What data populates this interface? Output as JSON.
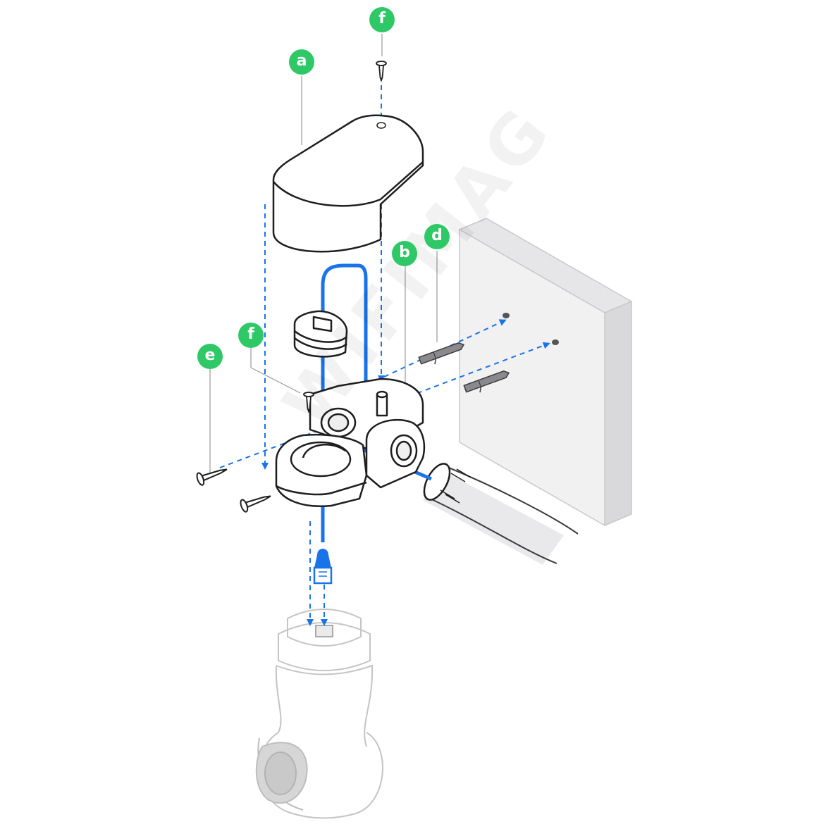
{
  "colors": {
    "callout_bg": "#2ec866",
    "cable": "#1a73e8",
    "outline": "#1e1e1e",
    "wall_face": "#f1f1f2",
    "wall_side": "#d9d9dc",
    "camera": "#c4c4c4",
    "leader": "#9a9a9a"
  },
  "callouts": [
    {
      "id": "a",
      "label": "a",
      "part": "cover"
    },
    {
      "id": "b",
      "label": "b",
      "part": "mount-base"
    },
    {
      "id": "d",
      "label": "d",
      "part": "wall-anchors"
    },
    {
      "id": "e",
      "label": "e",
      "part": "screws"
    },
    {
      "id": "f1",
      "label": "f",
      "part": "cover-screw"
    },
    {
      "id": "f2",
      "label": "f",
      "part": "base-screw"
    }
  ],
  "watermark": "WIFIMAG",
  "icons": [
    "screw-icon",
    "anchor-icon",
    "rj45-connector-icon",
    "conduit-icon",
    "camera-icon",
    "wall-icon"
  ]
}
